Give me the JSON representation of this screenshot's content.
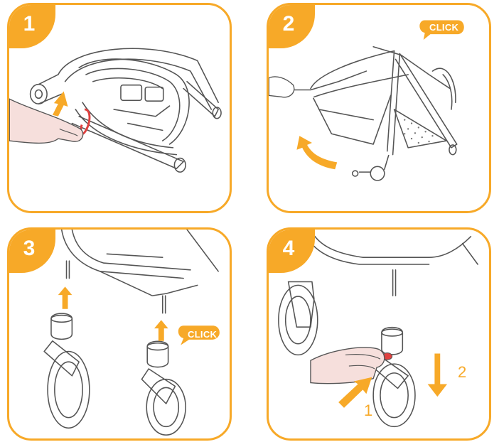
{
  "panels": [
    {
      "step": "1"
    },
    {
      "step": "2",
      "badge": "CLICK"
    },
    {
      "step": "3",
      "badge": "CLICK"
    },
    {
      "step": "4",
      "arrow_labels": [
        "1",
        "2"
      ]
    }
  ],
  "colors": {
    "accent": "#f7a928",
    "line": "#555555",
    "highlight": "#e0403e",
    "skin": "#f6dfdc"
  }
}
